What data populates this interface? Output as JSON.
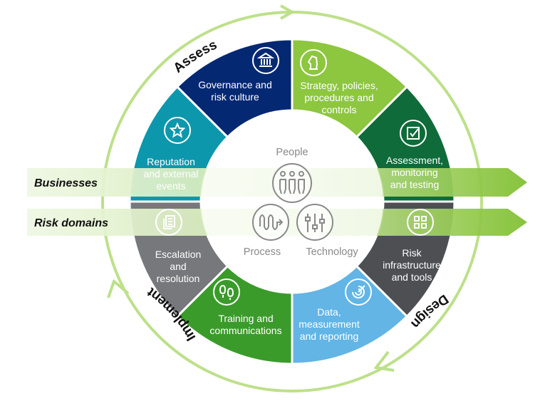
{
  "phases": {
    "assess": "Assess",
    "design": "Design",
    "implement": "Implement"
  },
  "bands": {
    "businesses": "Businesses",
    "risk_domains": "Risk domains"
  },
  "center": {
    "people": "People",
    "process": "Process",
    "technology": "Technology"
  },
  "segments": [
    {
      "id": "strategy",
      "lines": [
        "Strategy, policies,",
        "procedures and",
        "controls"
      ],
      "color": "#8dc63f",
      "icon": "knight-chess-icon"
    },
    {
      "id": "assessment",
      "lines": [
        "Assessment,",
        "monitoring",
        "and testing"
      ],
      "color": "#0f6b39",
      "icon": "checkbox-icon"
    },
    {
      "id": "risk-infrastructure",
      "lines": [
        "Risk",
        "infrastructure",
        "and tools"
      ],
      "color": "#4d4f53",
      "icon": "grid-icon"
    },
    {
      "id": "data",
      "lines": [
        "Data,",
        "measurement",
        "and reporting"
      ],
      "color": "#62b5e5",
      "icon": "radar-icon"
    },
    {
      "id": "training",
      "lines": [
        "Training and",
        "communications"
      ],
      "color": "#3a9b2a",
      "icon": "footprints-icon"
    },
    {
      "id": "escalation",
      "lines": [
        "Escalation",
        "and",
        "resolution"
      ],
      "color": "#76787b",
      "icon": "documents-icon"
    },
    {
      "id": "reputation",
      "lines": [
        "Reputation",
        "and external",
        "events"
      ],
      "color": "#0d97ac",
      "icon": "star-icon"
    },
    {
      "id": "governance",
      "lines": [
        "Governance and",
        "risk culture"
      ],
      "color": "#052873",
      "icon": "bank-icon"
    }
  ],
  "colors": {
    "outer_ring": "#bde08a",
    "band_light": "#e3f2cf",
    "band_dark": "#8dc63f",
    "center_gray": "#8a8a8a"
  }
}
